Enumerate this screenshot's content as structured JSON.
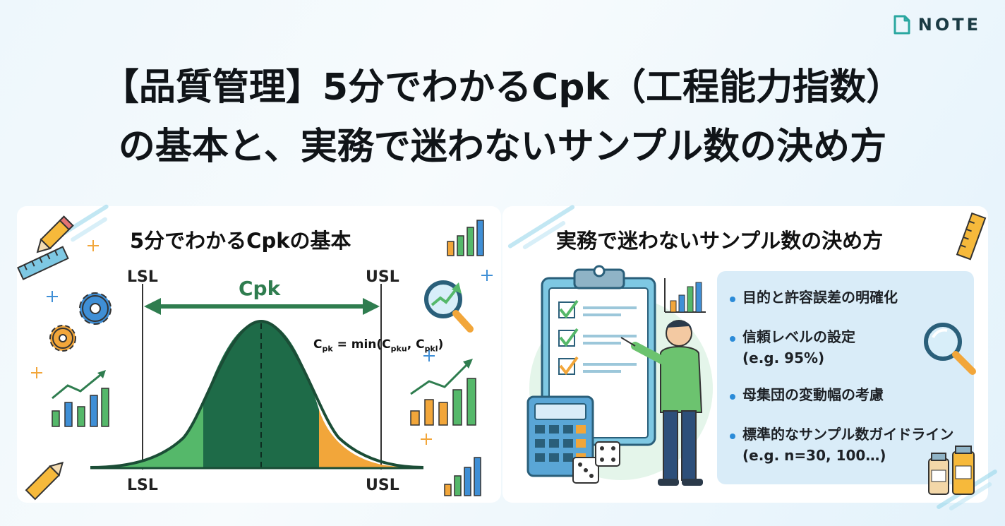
{
  "brand": {
    "name": "NOTE"
  },
  "headline": {
    "line1": "【品質管理】5分でわかるCpk（工程能力指数）",
    "line2": "の基本と、実務で迷わないサンプル数の決め方"
  },
  "left_panel": {
    "title": "5分でわかるCpkの基本",
    "lsl_top": "LSL",
    "usl_top": "USL",
    "lsl_bottom": "LSL",
    "usl_bottom": "USL",
    "cpk_label": "Cpk",
    "formula": {
      "c1": "C",
      "s1": "pk",
      "mid": " = min(C",
      "s2": "pku",
      "sep": ", C",
      "s3": "pkl",
      "end": ")"
    }
  },
  "right_panel": {
    "title": "実務で迷わないサンプル数の決め方",
    "items": [
      {
        "line1": "目的と許容誤差の明確化",
        "line2": ""
      },
      {
        "line1": "信頼レベルの設定",
        "line2": "(e.g. 95%)"
      },
      {
        "line1": "母集団の変動幅の考慮",
        "line2": ""
      },
      {
        "line1": "標準的なサンプル数ガイドライン",
        "line2": "(e.g. n=30, 100…)"
      }
    ]
  },
  "colors": {
    "dark_green": "#1e6b48",
    "mid_green": "#2f7d4f",
    "light_green": "#55b86a",
    "orange": "#f2a63a",
    "blue": "#2b7fc1",
    "accent_blue": "#2b8bd8"
  },
  "icons": [
    "note-logo-icon",
    "pencil-icon",
    "ruler-icon",
    "gear-icon",
    "bar-chart-icon",
    "trend-chart-icon",
    "magnifier-icon",
    "clipboard-icon",
    "checkmark-icon",
    "person-icon",
    "calculator-icon",
    "dice-icon",
    "medicine-bottle-icon",
    "sparkle-icon"
  ]
}
